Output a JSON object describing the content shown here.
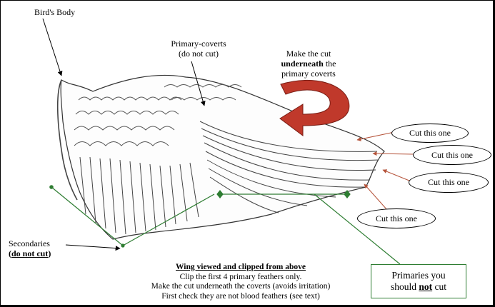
{
  "labels": {
    "birds_body": "Bird's Body",
    "primary_coverts_line1": "Primary-coverts",
    "primary_coverts_line2": "(do not cut)",
    "make_cut_line1": "Make the cut",
    "make_cut_bold": "underneath",
    "make_cut_after_bold": " the",
    "make_cut_line3": "primary coverts",
    "secondaries_line1": "Secondaries",
    "secondaries_line2": "do not cut",
    "cut_this_one": "Cut this one",
    "primaries_line1": "Primaries you",
    "primaries_line2_pre": "should ",
    "primaries_line2_em": "not",
    "primaries_line2_post": " cut"
  },
  "caption": {
    "title": "Wing viewed and clipped from above",
    "line1": "Clip the first 4 primary feathers only.",
    "line2": "Make the cut underneath the coverts (avoids irritation)",
    "line3": "First check they are not blood feathers (see text)"
  },
  "colors": {
    "arrow_red": "#c0392b",
    "pointer_red": "#b5533a",
    "green": "#2e7d32",
    "ink": "#333333"
  }
}
